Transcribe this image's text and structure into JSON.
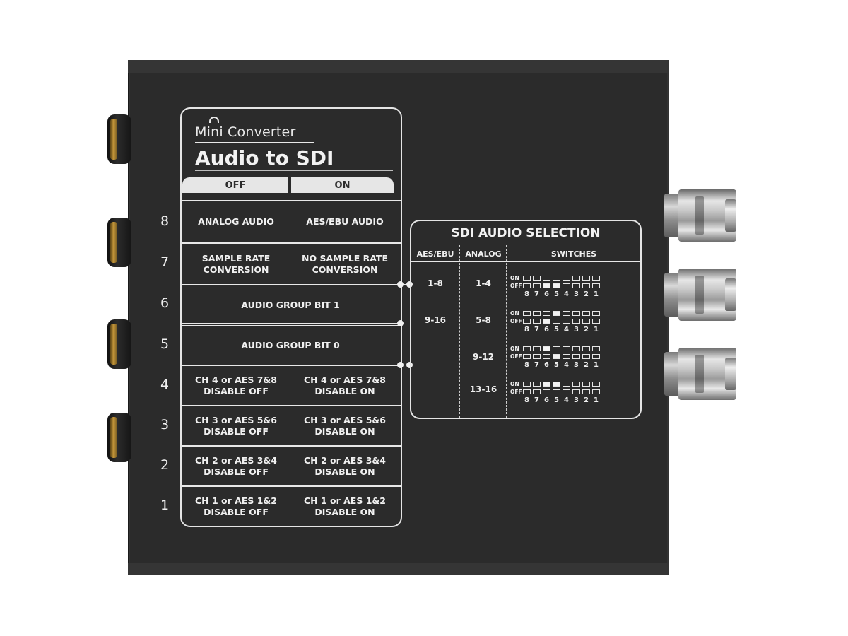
{
  "label": {
    "brand_line": "Mini Converter",
    "product_name": "Audio to SDI",
    "header_off": "OFF",
    "header_on": "ON"
  },
  "switch_rows": [
    {
      "number": "8",
      "off": "ANALOG AUDIO",
      "on": "AES/EBU AUDIO"
    },
    {
      "number": "7",
      "off": "SAMPLE RATE CONVERSION",
      "on": "NO SAMPLE RATE CONVERSION"
    },
    {
      "number": "6",
      "full": "AUDIO GROUP BIT 1"
    },
    {
      "number": "5",
      "full": "AUDIO GROUP BIT 0"
    },
    {
      "number": "4",
      "off": "CH 4 or AES 7&8 DISABLE OFF",
      "on": "CH 4 or AES 7&8 DISABLE ON"
    },
    {
      "number": "3",
      "off": "CH 3 or AES 5&6 DISABLE OFF",
      "on": "CH 3 or AES 5&6 DISABLE ON"
    },
    {
      "number": "2",
      "off": "CH 2 or AES 3&4 DISABLE OFF",
      "on": "CH 2 or AES 3&4 DISABLE ON"
    },
    {
      "number": "1",
      "off": "CH 1 or AES 1&2 DISABLE OFF",
      "on": "CH 1 or AES 1&2 DISABLE ON"
    }
  ],
  "sdi_audio_selection": {
    "title": "SDI AUDIO SELECTION",
    "col_aes": "AES/EBU",
    "col_analog": "ANALOG",
    "col_switches": "SWITCHES",
    "on_label": "ON",
    "off_label": "OFF",
    "switch_numbers": [
      "8",
      "7",
      "6",
      "5",
      "4",
      "3",
      "2",
      "1"
    ],
    "rows": [
      {
        "aes": "1-8",
        "analog": "1-4",
        "on": [
          0,
          0,
          0,
          0,
          0,
          0,
          0,
          0
        ],
        "off": [
          0,
          0,
          1,
          1,
          0,
          0,
          0,
          0
        ]
      },
      {
        "aes": "9-16",
        "analog": "5-8",
        "on": [
          0,
          0,
          0,
          1,
          0,
          0,
          0,
          0
        ],
        "off": [
          0,
          0,
          1,
          0,
          0,
          0,
          0,
          0
        ]
      },
      {
        "aes": "",
        "analog": "9-12",
        "on": [
          0,
          0,
          1,
          0,
          0,
          0,
          0,
          0
        ],
        "off": [
          0,
          0,
          0,
          1,
          0,
          0,
          0,
          0
        ]
      },
      {
        "aes": "",
        "analog": "13-16",
        "on": [
          0,
          0,
          1,
          1,
          0,
          0,
          0,
          0
        ],
        "off": [
          0,
          0,
          0,
          0,
          0,
          0,
          0,
          0
        ]
      }
    ]
  }
}
